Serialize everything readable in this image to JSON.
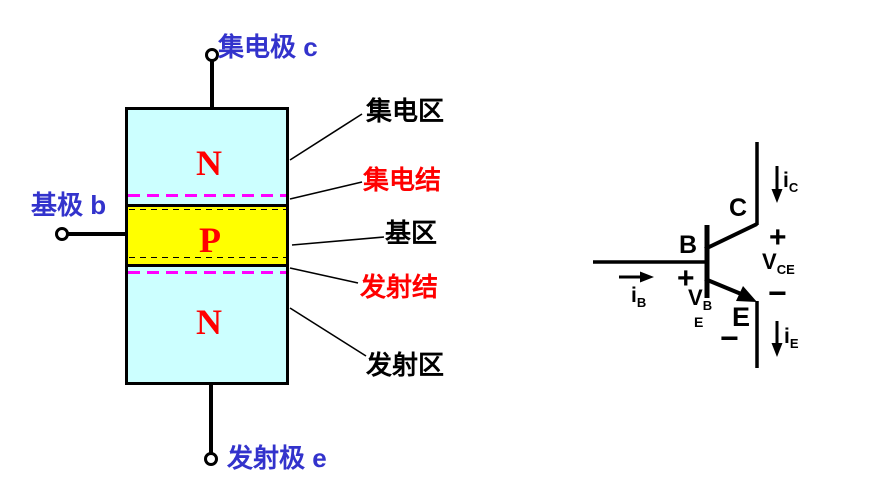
{
  "structure": {
    "collector_terminal": "集电极 c",
    "base_terminal": "基极 b",
    "emitter_terminal": "发射极 e",
    "collector_region": {
      "letter": "N",
      "label": "集电区"
    },
    "base_region": {
      "letter": "P",
      "label": "基区"
    },
    "emitter_region": {
      "letter": "N",
      "label": "发射区"
    },
    "collector_junction": "集电结",
    "emitter_junction": "发射结",
    "colors": {
      "n_region": "#CCFFFF",
      "p_region": "#FFFF00",
      "junction_dash": "#FF00FF",
      "terminal_text": "#3333CC",
      "junction_text": "#FF0000",
      "region_letter_text": "#FF0000"
    }
  },
  "symbol": {
    "base": {
      "node": "B",
      "current_main": "i",
      "current_sub": "B"
    },
    "collector": {
      "node": "C",
      "current_main": "i",
      "current_sub": "C"
    },
    "emitter": {
      "node": "E",
      "current_main": "i",
      "current_sub": "E"
    },
    "vbe": {
      "main": "V",
      "sub_line1": "B",
      "sub_line2": "E",
      "plus": "+",
      "minus": "−"
    },
    "vce": {
      "main": "V",
      "sub": "CE",
      "plus": "+",
      "minus": "−"
    }
  }
}
